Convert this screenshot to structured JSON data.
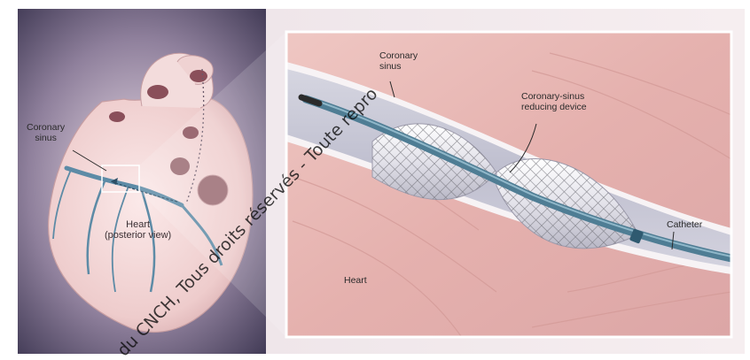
{
  "labels": {
    "coronary_sinus_left": "Coronary\nsinus",
    "heart_posterior": "Heart\n(posterior view)",
    "coronary_sinus_inset": "Coronary\nsinus",
    "reducing_device": "Coronary-sinus\nreducing device",
    "catheter": "Catheter",
    "heart_inset": "Heart"
  },
  "watermark": {
    "text": "du CNCH, Tous droits réservés - Toute repro"
  },
  "colors": {
    "background_left": "#3a3550",
    "heart": "#f2d6d6",
    "vein": "#5d8ba6",
    "inset_bg": "#e6b7b4",
    "sinus_channel": "#c9c9d6",
    "device_mesh": "#6f6f77",
    "catheter": "#4f7d94"
  }
}
